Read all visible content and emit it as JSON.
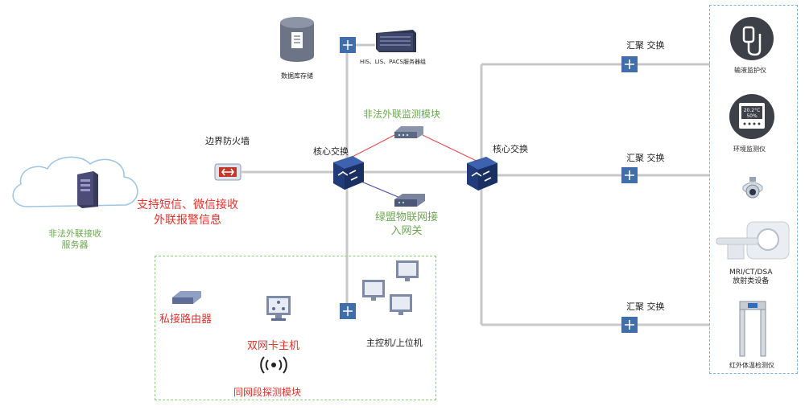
{
  "cloud": {
    "server_label_line1": "非法外联接收",
    "server_label_line2": "服务器"
  },
  "firewall": {
    "label": "边界防火墙"
  },
  "alert_text": {
    "line1": "支持短信、微信接收",
    "line2": "外联报警信息"
  },
  "database": {
    "label": "数据库存储"
  },
  "his_server": {
    "label": "HIS、LIS、PACS服务器组"
  },
  "core_switch_left": {
    "label": "核心交换"
  },
  "core_switch_right": {
    "label": "核心交换"
  },
  "detect_module": {
    "label": "非法外联监测模块"
  },
  "iot_gateway": {
    "label_line1": "绿盟物联网接",
    "label_line2": "入网关"
  },
  "aggregation": [
    {
      "label": "汇聚 交换"
    },
    {
      "label": "汇聚 交换"
    },
    {
      "label": "汇聚 交换"
    }
  ],
  "devices": {
    "infusion": "输液监护仪",
    "env_monitor": "环境监测仪",
    "env_monitor_screen_line1": "20.2°C",
    "env_monitor_screen_line2": "50%",
    "mri_line1": "MRI/CT/DSA",
    "mri_line2": "放射类设备",
    "thermo": "红外体温检测仪"
  },
  "lan_zone": {
    "router_label": "私接路由器",
    "dual_nic_label": "双网卡主机",
    "detect_label": "同网段探测模块",
    "host_label": "主控机/上位机"
  },
  "colors": {
    "link_gray": "#c8c8c8",
    "link_red": "#e05050",
    "link_purple": "#4a4aa0",
    "switch_blue": "#2c4c8c",
    "alert_red": "#e0302a",
    "text_green": "#6aa84f",
    "zone_green": "#8cc97a",
    "zone_blue": "#7ab3e0"
  }
}
